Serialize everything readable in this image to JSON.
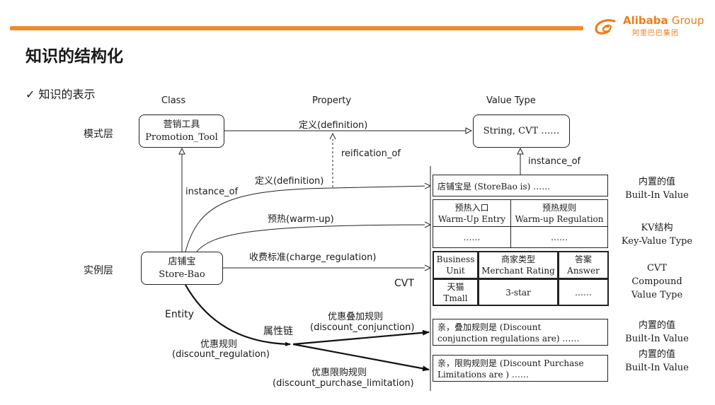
{
  "header": {
    "logo_name": "Alibaba",
    "logo_group": "Group",
    "logo_sub": "阿里巴巴集团"
  },
  "page_title": "知识的结构化",
  "subtitle": "✓ 知识的表示",
  "columns": {
    "class": "Class",
    "property": "Property",
    "value_type": "Value Type"
  },
  "layers": {
    "schema": "模式层",
    "instance": "实例层"
  },
  "nodes": {
    "promotion_tool": {
      "zh": "营销工具",
      "en": "Promotion_Tool"
    },
    "value_type": "String, CVT ……",
    "store_bao": {
      "zh": "店铺宝",
      "en": "Store-Bao"
    }
  },
  "edges": {
    "schema_definition": "定义(definition)",
    "reification_of": "reification_of",
    "instance_of_left": "instance_of",
    "instance_of_right": "instance_of",
    "instance_definition": "定义(definition)",
    "warm_up": "预热(warm-up)",
    "charge_regulation": "收费标准(charge_regulation)",
    "entity": "Entity",
    "property_chain": "属性链",
    "discount_conjunction_zh": "优惠叠加规则",
    "discount_conjunction_en": "(discount_conjunction)",
    "discount_regulation_zh": "优惠规则",
    "discount_regulation_en": "(discount_regulation)",
    "discount_purchase_zh": "优惠限购规则",
    "discount_purchase_en": "(discount_purchase_limitation)",
    "cvt": "CVT"
  },
  "values": {
    "storebao_is": "店铺宝是 (StoreBao is) ……",
    "kv": {
      "h1_zh": "预热入口",
      "h1_en": "Warm-Up Entry",
      "h2_zh": "预热规则",
      "h2_en": "Warm-up Regulation",
      "v1": "……",
      "v2": "……"
    },
    "cvt": {
      "c1_l1": "Business",
      "c1_l2": "Unit",
      "c2_l1": "商家类型",
      "c2_l2": "Merchant Rating",
      "c3_l1": "答案",
      "c3_l2": "Answer",
      "d1_l1": "天猫",
      "d1_l2": "Tmall",
      "d2": "3-star",
      "d3": "……"
    },
    "conjunction_l1": "亲，叠加规则是 (Discount",
    "conjunction_l2": "conjunction regulations are) ……",
    "purchase_l1": "亲，限购规则是 (Discount Purchase",
    "purchase_l2": "Limitations are ) ……"
  },
  "right_notes": {
    "builtin1_zh": "内置的值",
    "builtin1_en": "Built-In Value",
    "kv_zh": "KV结构",
    "kv_en": "Key-Value Type",
    "cvt_l1": "CVT",
    "cvt_l2": "Compound",
    "cvt_l3": "Value Type",
    "builtin2_zh": "内置的值",
    "builtin2_en": "Built-In Value",
    "builtin3_zh": "内置的值",
    "builtin3_en": "Built-In Value"
  },
  "colors": {
    "accent": "#f08a24",
    "line": "#222222"
  }
}
